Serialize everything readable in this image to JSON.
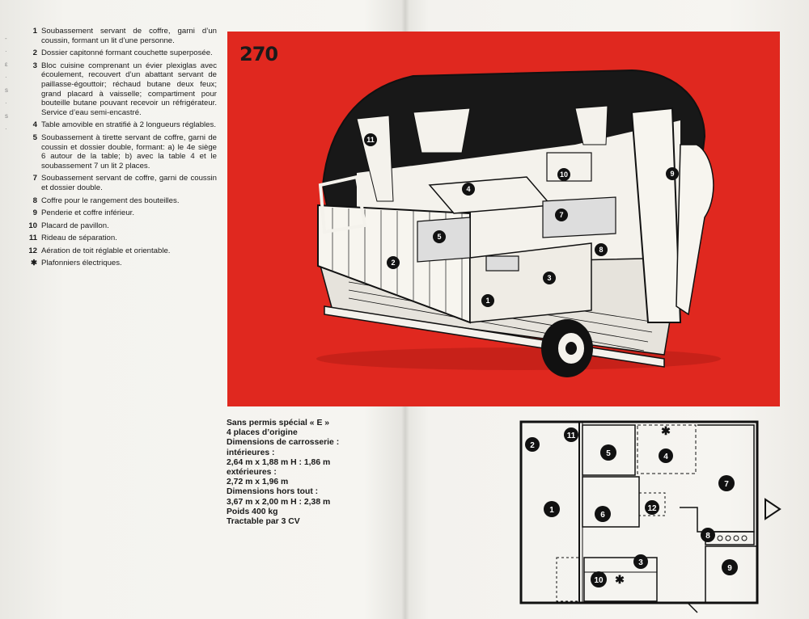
{
  "legend": [
    {
      "num": "1",
      "text": "Soubassement servant de coffre, garni d’un coussin, formant un lit d’une personne."
    },
    {
      "num": "2",
      "text": "Dossier capitonné formant couchette superposée."
    },
    {
      "num": "3",
      "text": "Bloc cuisine comprenant un évier plexiglas avec écoulement, recouvert d’un abattant servant de paillasse-égouttoir; réchaud butane deux feux; grand placard à vaisselle; compartiment pour bouteille butane pouvant recevoir un réfrigérateur. Service d’eau semi-encastré."
    },
    {
      "num": "4",
      "text": "Table amovible en stratifié à 2 longueurs réglables."
    },
    {
      "num": "5",
      "text": "Soubassement à tirette servant de coffre, garni de coussin et dossier double, formant: a) le 4e siège 6 autour de la table; b) avec la table 4 et le soubassement 7 un lit 2 places."
    },
    {
      "num": "7",
      "text": "Soubassement servant de coffre, garni de coussin et dossier double."
    },
    {
      "num": "8",
      "text": "Coffre pour le rangement des bouteilles."
    },
    {
      "num": "9",
      "text": "Penderie et coffre inférieur."
    },
    {
      "num": "10",
      "text": "Placard de pavillon."
    },
    {
      "num": "11",
      "text": "Rideau de séparation."
    },
    {
      "num": "12",
      "text": "Aération de toit réglable et orientable."
    },
    {
      "num": "✱",
      "text": "Plafonniers électriques."
    }
  ],
  "model_number": "270",
  "specs": [
    "Sans permis spécial « E »",
    "4 places d’origine",
    "Dimensions de carrosserie :",
    "intérieures :",
    "2,64 m x 1,88 m    H : 1,86 m",
    "extérieures :",
    "2,72 m x 1,96 m",
    "Dimensions hors tout :",
    "3,67 m x 2,00 m  H : 2,38 m",
    "Poids 400 kg",
    "Tractable par 3 CV"
  ],
  "illustration_labels": [
    "1",
    "2",
    "3",
    "4",
    "5",
    "7",
    "8",
    "9",
    "10",
    "11"
  ],
  "plan_labels": [
    "1",
    "2",
    "3",
    "4",
    "5",
    "6",
    "7",
    "8",
    "9",
    "10",
    "11",
    "12",
    "✱",
    "✱"
  ],
  "colors": {
    "panel_red": "#e0281f",
    "ink": "#1a1a1a",
    "paper": "#f6f5f1"
  }
}
